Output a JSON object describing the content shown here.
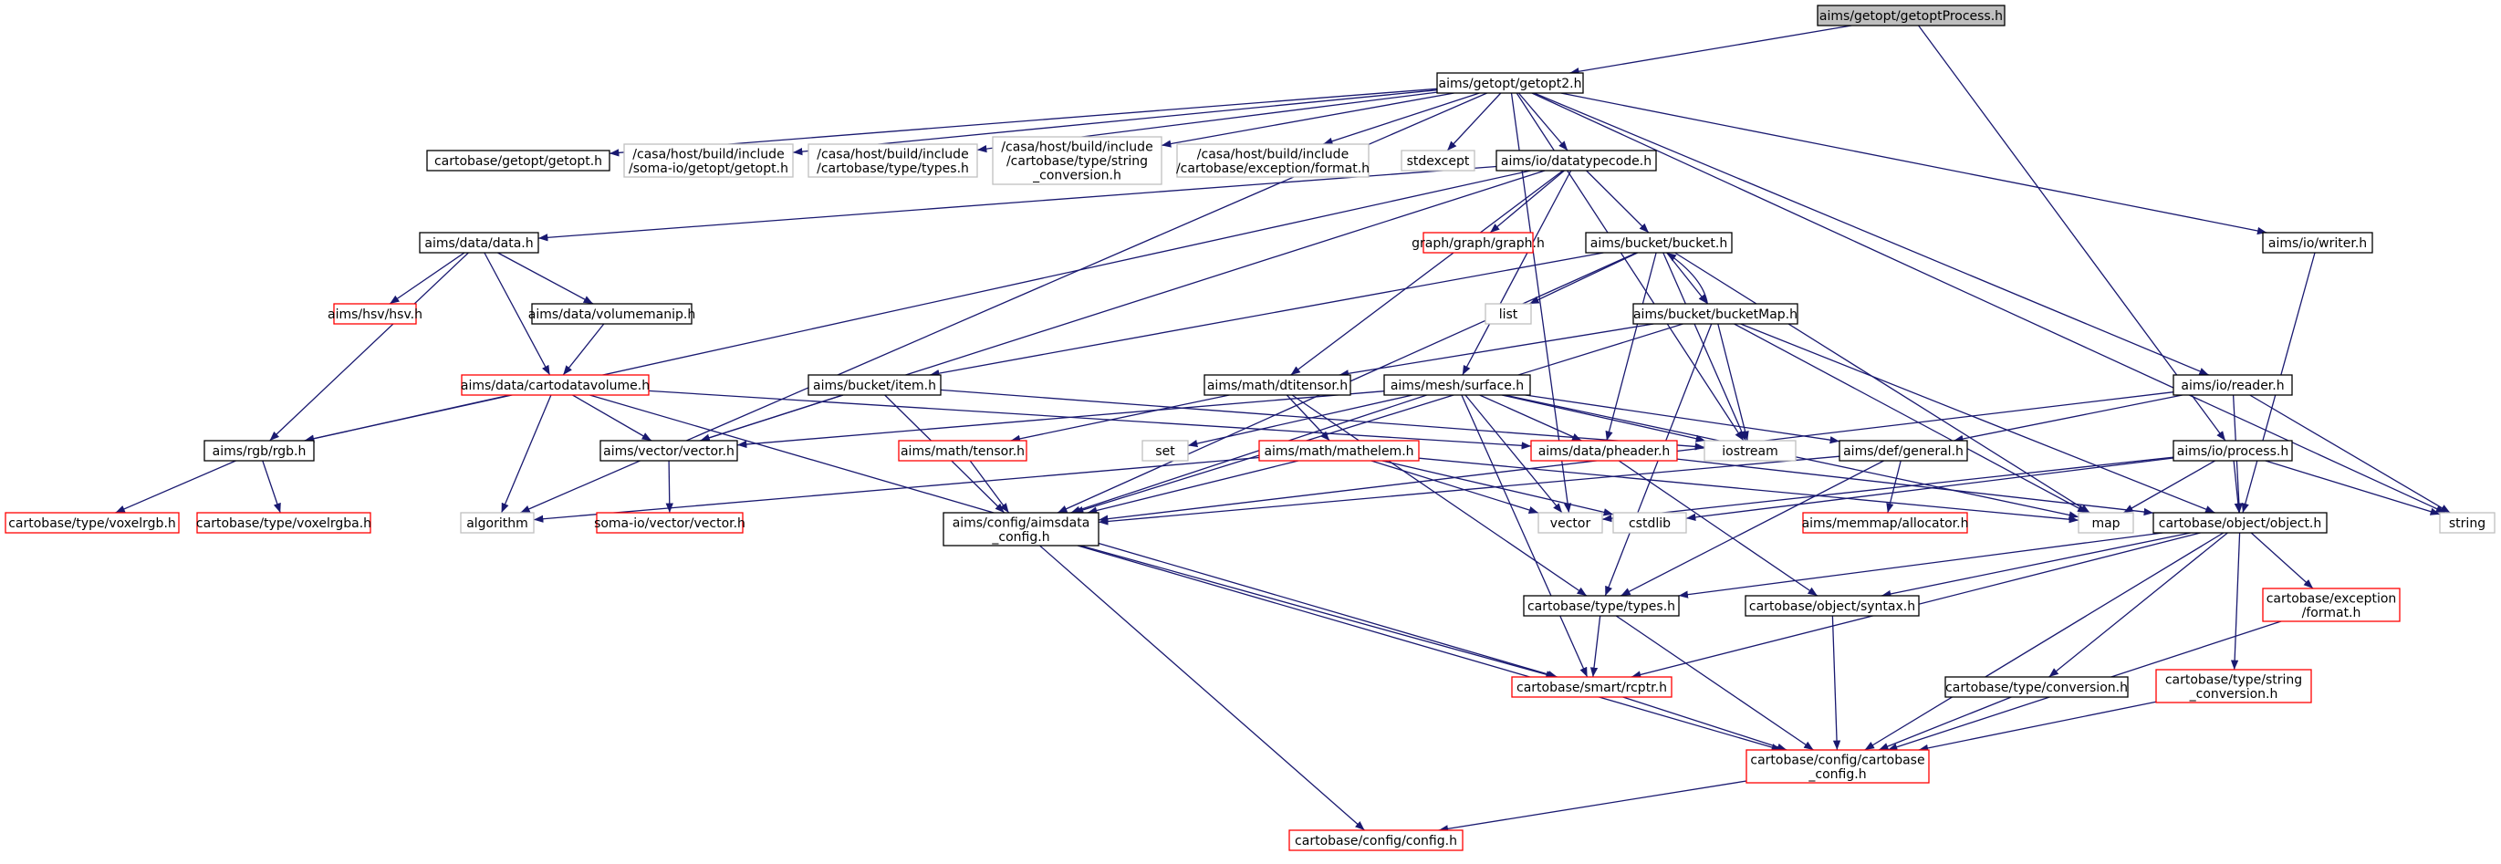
{
  "colors": {
    "edge": "#191970",
    "box_border_plain": "#000000",
    "box_border_incomplete": "#ff0000",
    "box_border_missing": "#bfbfbf",
    "root_fill": "#bfbfbf",
    "text": "#000000"
  },
  "nodes": [
    {
      "id": "root",
      "lines": [
        "aims/getopt/getoptProcess.h"
      ],
      "kind": "root"
    },
    {
      "id": "getopt2",
      "lines": [
        "aims/getopt/getopt2.h"
      ],
      "kind": "plain"
    },
    {
      "id": "cb_getopt",
      "lines": [
        "cartobase/getopt/getopt.h"
      ],
      "kind": "plain"
    },
    {
      "id": "casa_somaio",
      "lines": [
        "/casa/host/build/include",
        "/soma-io/getopt/getopt.h"
      ],
      "kind": "missing"
    },
    {
      "id": "casa_types",
      "lines": [
        "/casa/host/build/include",
        "/cartobase/type/types.h"
      ],
      "kind": "missing"
    },
    {
      "id": "casa_strconv",
      "lines": [
        "/casa/host/build/include",
        "/cartobase/type/string",
        "_conversion.h"
      ],
      "kind": "missing"
    },
    {
      "id": "casa_format",
      "lines": [
        "/casa/host/build/include",
        "/cartobase/exception/format.h"
      ],
      "kind": "missing"
    },
    {
      "id": "stdexcept",
      "lines": [
        "stdexcept"
      ],
      "kind": "missing"
    },
    {
      "id": "datatypecode",
      "lines": [
        "aims/io/datatypecode.h"
      ],
      "kind": "plain"
    },
    {
      "id": "writer",
      "lines": [
        "aims/io/writer.h"
      ],
      "kind": "plain"
    },
    {
      "id": "data",
      "lines": [
        "aims/data/data.h"
      ],
      "kind": "plain"
    },
    {
      "id": "graph",
      "lines": [
        "graph/graph/graph.h"
      ],
      "kind": "incomplete"
    },
    {
      "id": "bucket",
      "lines": [
        "aims/bucket/bucket.h"
      ],
      "kind": "plain"
    },
    {
      "id": "hsv",
      "lines": [
        "aims/hsv/hsv.h"
      ],
      "kind": "incomplete"
    },
    {
      "id": "volumemanip",
      "lines": [
        "aims/data/volumemanip.h"
      ],
      "kind": "plain"
    },
    {
      "id": "list",
      "lines": [
        "list"
      ],
      "kind": "missing"
    },
    {
      "id": "bucketmap",
      "lines": [
        "aims/bucket/bucketMap.h"
      ],
      "kind": "plain"
    },
    {
      "id": "cartodatavolume",
      "lines": [
        "aims/data/cartodatavolume.h"
      ],
      "kind": "incomplete"
    },
    {
      "id": "item",
      "lines": [
        "aims/bucket/item.h"
      ],
      "kind": "plain"
    },
    {
      "id": "dtitensor",
      "lines": [
        "aims/math/dtitensor.h"
      ],
      "kind": "plain"
    },
    {
      "id": "surface",
      "lines": [
        "aims/mesh/surface.h"
      ],
      "kind": "plain"
    },
    {
      "id": "reader",
      "lines": [
        "aims/io/reader.h"
      ],
      "kind": "plain"
    },
    {
      "id": "rgb",
      "lines": [
        "aims/rgb/rgb.h"
      ],
      "kind": "plain"
    },
    {
      "id": "vector_h",
      "lines": [
        "aims/vector/vector.h"
      ],
      "kind": "plain"
    },
    {
      "id": "tensor",
      "lines": [
        "aims/math/tensor.h"
      ],
      "kind": "incomplete"
    },
    {
      "id": "set",
      "lines": [
        "set"
      ],
      "kind": "missing"
    },
    {
      "id": "pheader",
      "lines": [
        "aims/data/pheader.h"
      ],
      "kind": "incomplete"
    },
    {
      "id": "iostream",
      "lines": [
        "iostream"
      ],
      "kind": "missing"
    },
    {
      "id": "general",
      "lines": [
        "aims/def/general.h"
      ],
      "kind": "plain"
    },
    {
      "id": "process",
      "lines": [
        "aims/io/process.h"
      ],
      "kind": "plain"
    },
    {
      "id": "voxelrgb",
      "lines": [
        "cartobase/type/voxelrgb.h"
      ],
      "kind": "incomplete"
    },
    {
      "id": "voxelrgba",
      "lines": [
        "cartobase/type/voxelrgba.h"
      ],
      "kind": "incomplete"
    },
    {
      "id": "algorithm",
      "lines": [
        "algorithm"
      ],
      "kind": "missing"
    },
    {
      "id": "somaio_vector",
      "lines": [
        "soma-io/vector/vector.h"
      ],
      "kind": "incomplete"
    },
    {
      "id": "mathelem",
      "lines": [
        "aims/math/mathelem.h"
      ],
      "kind": "incomplete"
    },
    {
      "id": "aimsdata_config",
      "lines": [
        "aims/config/aimsdata",
        "_config.h"
      ],
      "kind": "plain"
    },
    {
      "id": "vector",
      "lines": [
        "vector"
      ],
      "kind": "missing"
    },
    {
      "id": "cstdlib",
      "lines": [
        "cstdlib"
      ],
      "kind": "missing"
    },
    {
      "id": "allocator",
      "lines": [
        "aims/memmap/allocator.h"
      ],
      "kind": "incomplete"
    },
    {
      "id": "map",
      "lines": [
        "map"
      ],
      "kind": "missing"
    },
    {
      "id": "object",
      "lines": [
        "cartobase/object/object.h"
      ],
      "kind": "plain"
    },
    {
      "id": "string",
      "lines": [
        "string"
      ],
      "kind": "missing"
    },
    {
      "id": "types",
      "lines": [
        "cartobase/type/types.h"
      ],
      "kind": "plain"
    },
    {
      "id": "syntax",
      "lines": [
        "cartobase/object/syntax.h"
      ],
      "kind": "plain"
    },
    {
      "id": "exc_format",
      "lines": [
        "cartobase/exception",
        "/format.h"
      ],
      "kind": "incomplete"
    },
    {
      "id": "rcptr",
      "lines": [
        "cartobase/smart/rcptr.h"
      ],
      "kind": "incomplete"
    },
    {
      "id": "conversion",
      "lines": [
        "cartobase/type/conversion.h"
      ],
      "kind": "plain"
    },
    {
      "id": "strconv",
      "lines": [
        "cartobase/type/string",
        "_conversion.h"
      ],
      "kind": "incomplete"
    },
    {
      "id": "cb_config",
      "lines": [
        "cartobase/config/cartobase",
        "_config.h"
      ],
      "kind": "incomplete"
    },
    {
      "id": "config",
      "lines": [
        "cartobase/config/config.h"
      ],
      "kind": "incomplete"
    }
  ],
  "edges": [
    [
      "root",
      "getopt2"
    ],
    [
      "root",
      "process"
    ],
    [
      "getopt2",
      "cb_getopt"
    ],
    [
      "getopt2",
      "casa_somaio"
    ],
    [
      "getopt2",
      "casa_types"
    ],
    [
      "getopt2",
      "casa_strconv"
    ],
    [
      "getopt2",
      "casa_format"
    ],
    [
      "getopt2",
      "stdexcept"
    ],
    [
      "getopt2",
      "datatypecode"
    ],
    [
      "getopt2",
      "writer"
    ],
    [
      "getopt2",
      "reader"
    ],
    [
      "getopt2",
      "algorithm"
    ],
    [
      "getopt2",
      "iostream"
    ],
    [
      "getopt2",
      "vector"
    ],
    [
      "getopt2",
      "string"
    ],
    [
      "datatypecode",
      "data"
    ],
    [
      "datatypecode",
      "graph"
    ],
    [
      "datatypecode",
      "bucket"
    ],
    [
      "datatypecode",
      "rgb"
    ],
    [
      "datatypecode",
      "vector_h"
    ],
    [
      "datatypecode",
      "dtitensor"
    ],
    [
      "datatypecode",
      "surface"
    ],
    [
      "data",
      "hsv"
    ],
    [
      "data",
      "volumemanip"
    ],
    [
      "data",
      "cartodatavolume"
    ],
    [
      "data",
      "rgb"
    ],
    [
      "volumemanip",
      "cartodatavolume"
    ],
    [
      "cartodatavolume",
      "rgb"
    ],
    [
      "cartodatavolume",
      "vector_h"
    ],
    [
      "cartodatavolume",
      "pheader"
    ],
    [
      "cartodatavolume",
      "algorithm"
    ],
    [
      "cartodatavolume",
      "rcptr"
    ],
    [
      "bucket",
      "list"
    ],
    [
      "bucket",
      "bucketmap"
    ],
    [
      "bucket",
      "item"
    ],
    [
      "bucket",
      "aimsdata_config"
    ],
    [
      "bucket",
      "pheader"
    ],
    [
      "bucket",
      "iostream"
    ],
    [
      "bucket",
      "map"
    ],
    [
      "bucketmap",
      "bucket"
    ],
    [
      "bucketmap",
      "dtitensor"
    ],
    [
      "bucketmap",
      "aimsdata_config"
    ],
    [
      "bucketmap",
      "iostream"
    ],
    [
      "bucketmap",
      "map"
    ],
    [
      "bucketmap",
      "types"
    ],
    [
      "bucketmap",
      "object"
    ],
    [
      "item",
      "vector_h"
    ],
    [
      "item",
      "aimsdata_config"
    ],
    [
      "item",
      "iostream"
    ],
    [
      "dtitensor",
      "tensor"
    ],
    [
      "dtitensor",
      "mathelem"
    ],
    [
      "dtitensor",
      "types"
    ],
    [
      "surface",
      "vector_h"
    ],
    [
      "surface",
      "set"
    ],
    [
      "surface",
      "pheader"
    ],
    [
      "surface",
      "iostream"
    ],
    [
      "surface",
      "general"
    ],
    [
      "surface",
      "aimsdata_config"
    ],
    [
      "surface",
      "vector"
    ],
    [
      "surface",
      "map"
    ],
    [
      "surface",
      "rcptr"
    ],
    [
      "rgb",
      "voxelrgb"
    ],
    [
      "rgb",
      "voxelrgba"
    ],
    [
      "vector_h",
      "somaio_vector"
    ],
    [
      "tensor",
      "aimsdata_config"
    ],
    [
      "mathelem",
      "algorithm"
    ],
    [
      "mathelem",
      "aimsdata_config"
    ],
    [
      "mathelem",
      "vector"
    ],
    [
      "mathelem",
      "cstdlib"
    ],
    [
      "mathelem",
      "map"
    ],
    [
      "pheader",
      "object"
    ],
    [
      "pheader",
      "syntax"
    ],
    [
      "reader",
      "general"
    ],
    [
      "reader",
      "object"
    ],
    [
      "reader",
      "string"
    ],
    [
      "reader",
      "aimsdata_config"
    ],
    [
      "writer",
      "object"
    ],
    [
      "general",
      "aimsdata_config"
    ],
    [
      "general",
      "allocator"
    ],
    [
      "general",
      "types"
    ],
    [
      "process",
      "object"
    ],
    [
      "process",
      "map"
    ],
    [
      "process",
      "string"
    ],
    [
      "process",
      "cstdlib"
    ],
    [
      "process",
      "vector"
    ],
    [
      "aimsdata_config",
      "rcptr"
    ],
    [
      "aimsdata_config",
      "config"
    ],
    [
      "aimsdata_config",
      "cb_config"
    ],
    [
      "object",
      "types"
    ],
    [
      "object",
      "syntax"
    ],
    [
      "object",
      "exc_format"
    ],
    [
      "object",
      "conversion"
    ],
    [
      "object",
      "strconv"
    ],
    [
      "object",
      "rcptr"
    ],
    [
      "object",
      "cb_config"
    ],
    [
      "types",
      "rcptr"
    ],
    [
      "types",
      "cb_config"
    ],
    [
      "syntax",
      "cb_config"
    ],
    [
      "rcptr",
      "cb_config"
    ],
    [
      "conversion",
      "cb_config"
    ],
    [
      "strconv",
      "cb_config"
    ],
    [
      "exc_format",
      "cb_config"
    ],
    [
      "cb_config",
      "config"
    ]
  ]
}
